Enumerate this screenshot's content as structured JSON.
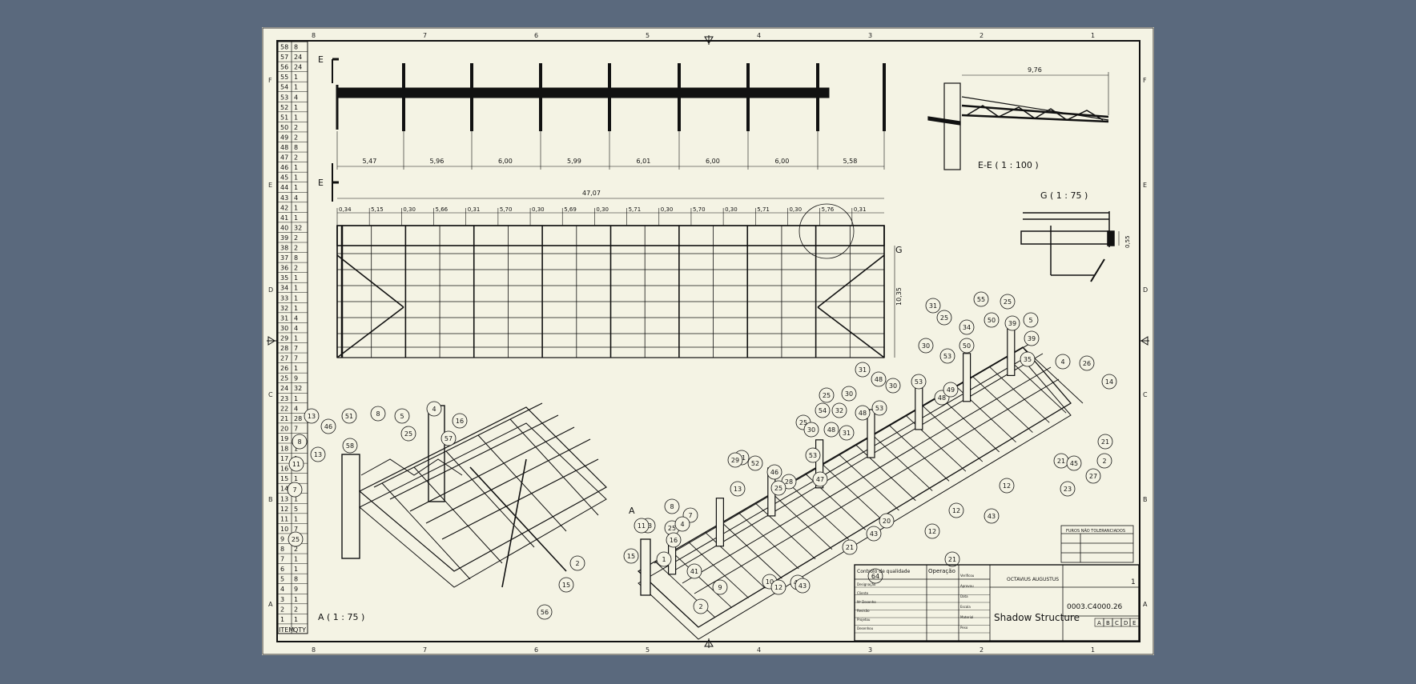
{
  "sheet": {
    "col_markers": [
      "8",
      "7",
      "6",
      "5",
      "4",
      "3",
      "2",
      "1"
    ],
    "row_markers": [
      "F",
      "E",
      "D",
      "C",
      "B",
      "A"
    ]
  },
  "item_table": {
    "header": [
      "ITEM",
      "QTY"
    ],
    "rows": [
      [
        "58",
        "8"
      ],
      [
        "57",
        "24"
      ],
      [
        "56",
        "24"
      ],
      [
        "55",
        "1"
      ],
      [
        "54",
        "1"
      ],
      [
        "53",
        "4"
      ],
      [
        "52",
        "1"
      ],
      [
        "51",
        "1"
      ],
      [
        "50",
        "2"
      ],
      [
        "49",
        "2"
      ],
      [
        "48",
        "8"
      ],
      [
        "47",
        "2"
      ],
      [
        "46",
        "1"
      ],
      [
        "45",
        "1"
      ],
      [
        "44",
        "1"
      ],
      [
        "43",
        "4"
      ],
      [
        "42",
        "1"
      ],
      [
        "41",
        "1"
      ],
      [
        "40",
        "32"
      ],
      [
        "39",
        "2"
      ],
      [
        "38",
        "2"
      ],
      [
        "37",
        "8"
      ],
      [
        "36",
        "2"
      ],
      [
        "35",
        "1"
      ],
      [
        "34",
        "1"
      ],
      [
        "33",
        "1"
      ],
      [
        "32",
        "1"
      ],
      [
        "31",
        "4"
      ],
      [
        "30",
        "4"
      ],
      [
        "29",
        "1"
      ],
      [
        "28",
        "7"
      ],
      [
        "27",
        "7"
      ],
      [
        "26",
        "1"
      ],
      [
        "25",
        "9"
      ],
      [
        "24",
        "32"
      ],
      [
        "23",
        "1"
      ],
      [
        "22",
        "4"
      ],
      [
        "21",
        "28"
      ],
      [
        "20",
        "7"
      ],
      [
        "19",
        "1"
      ],
      [
        "18",
        "1"
      ],
      [
        "17",
        "1"
      ],
      [
        "16",
        "1"
      ],
      [
        "15",
        "1"
      ],
      [
        "14",
        "1"
      ],
      [
        "13",
        "1"
      ],
      [
        "12",
        "5"
      ],
      [
        "11",
        "1"
      ],
      [
        "10",
        "7"
      ],
      [
        "9",
        "7"
      ],
      [
        "8",
        "2"
      ],
      [
        "7",
        "1"
      ],
      [
        "6",
        "1"
      ],
      [
        "5",
        "8"
      ],
      [
        "4",
        "9"
      ],
      [
        "3",
        "1"
      ],
      [
        "2",
        "2"
      ],
      [
        "1",
        "1"
      ]
    ]
  },
  "elevation": {
    "section_mark": "E",
    "spans": [
      "5,47",
      "5,96",
      "6,00",
      "5,99",
      "6,01",
      "6,00",
      "6,00",
      "5,58"
    ]
  },
  "plan": {
    "overall": "47,07",
    "segments": [
      "0,34",
      "5,15",
      "0,30",
      "5,66",
      "0,31",
      "5,70",
      "0,30",
      "5,69",
      "0,30",
      "5,71",
      "0,30",
      "5,70",
      "0,30",
      "5,71",
      "0,30",
      "5,76",
      "0,31"
    ],
    "height": "10,35",
    "detail_mark": "G"
  },
  "section_ee": {
    "label": "E-E ( 1 : 100 )",
    "dim": "9,76"
  },
  "detail_g": {
    "label": "G ( 1 : 75 )",
    "dim": "0,55"
  },
  "view_a": {
    "label": "A ( 1 : 75 )",
    "mark": "A"
  },
  "balloons_a": [
    "13",
    "46",
    "51",
    "8",
    "5",
    "4",
    "16",
    "8",
    "13",
    "58",
    "25",
    "57",
    "11",
    "7",
    "25",
    "2",
    "15",
    "56"
  ],
  "balloons_iso": [
    "31",
    "25",
    "55",
    "25",
    "34",
    "50",
    "39",
    "5",
    "30",
    "53",
    "50",
    "39",
    "35",
    "4",
    "26",
    "14",
    "31",
    "48",
    "30",
    "53",
    "48",
    "49",
    "25",
    "30",
    "32",
    "48",
    "53",
    "54",
    "25",
    "31",
    "48",
    "30",
    "53",
    "47",
    "52",
    "46",
    "28",
    "51",
    "29",
    "25",
    "13",
    "8",
    "7",
    "25",
    "33",
    "11",
    "4",
    "16",
    "15",
    "1",
    "41",
    "9",
    "2",
    "10",
    "12",
    "42",
    "43",
    "21",
    "64",
    "20",
    "43",
    "12",
    "12",
    "21",
    "43",
    "12",
    "21",
    "45",
    "2",
    "23",
    "27",
    "21"
  ],
  "title_block": {
    "small_table_title": "FUROS NÃO TOLERANCIADOS",
    "col1_label": "Controlo de qualidade",
    "col2_label": "Operação",
    "company": "OCTAVIUS AUGUSTUS",
    "sheet_no": "1",
    "drawing_no": "0003.C4000.26",
    "title": "Shadow Structure",
    "rev_letters": [
      "A",
      "B",
      "C",
      "D",
      "E"
    ],
    "fields": [
      "Designação",
      "Cliente",
      "Nº Desenho",
      "Revisão",
      "Projetou",
      "Desenhou",
      "Verificou",
      "Aprovou",
      "Data",
      "Escala",
      "Material",
      "Peso"
    ]
  }
}
